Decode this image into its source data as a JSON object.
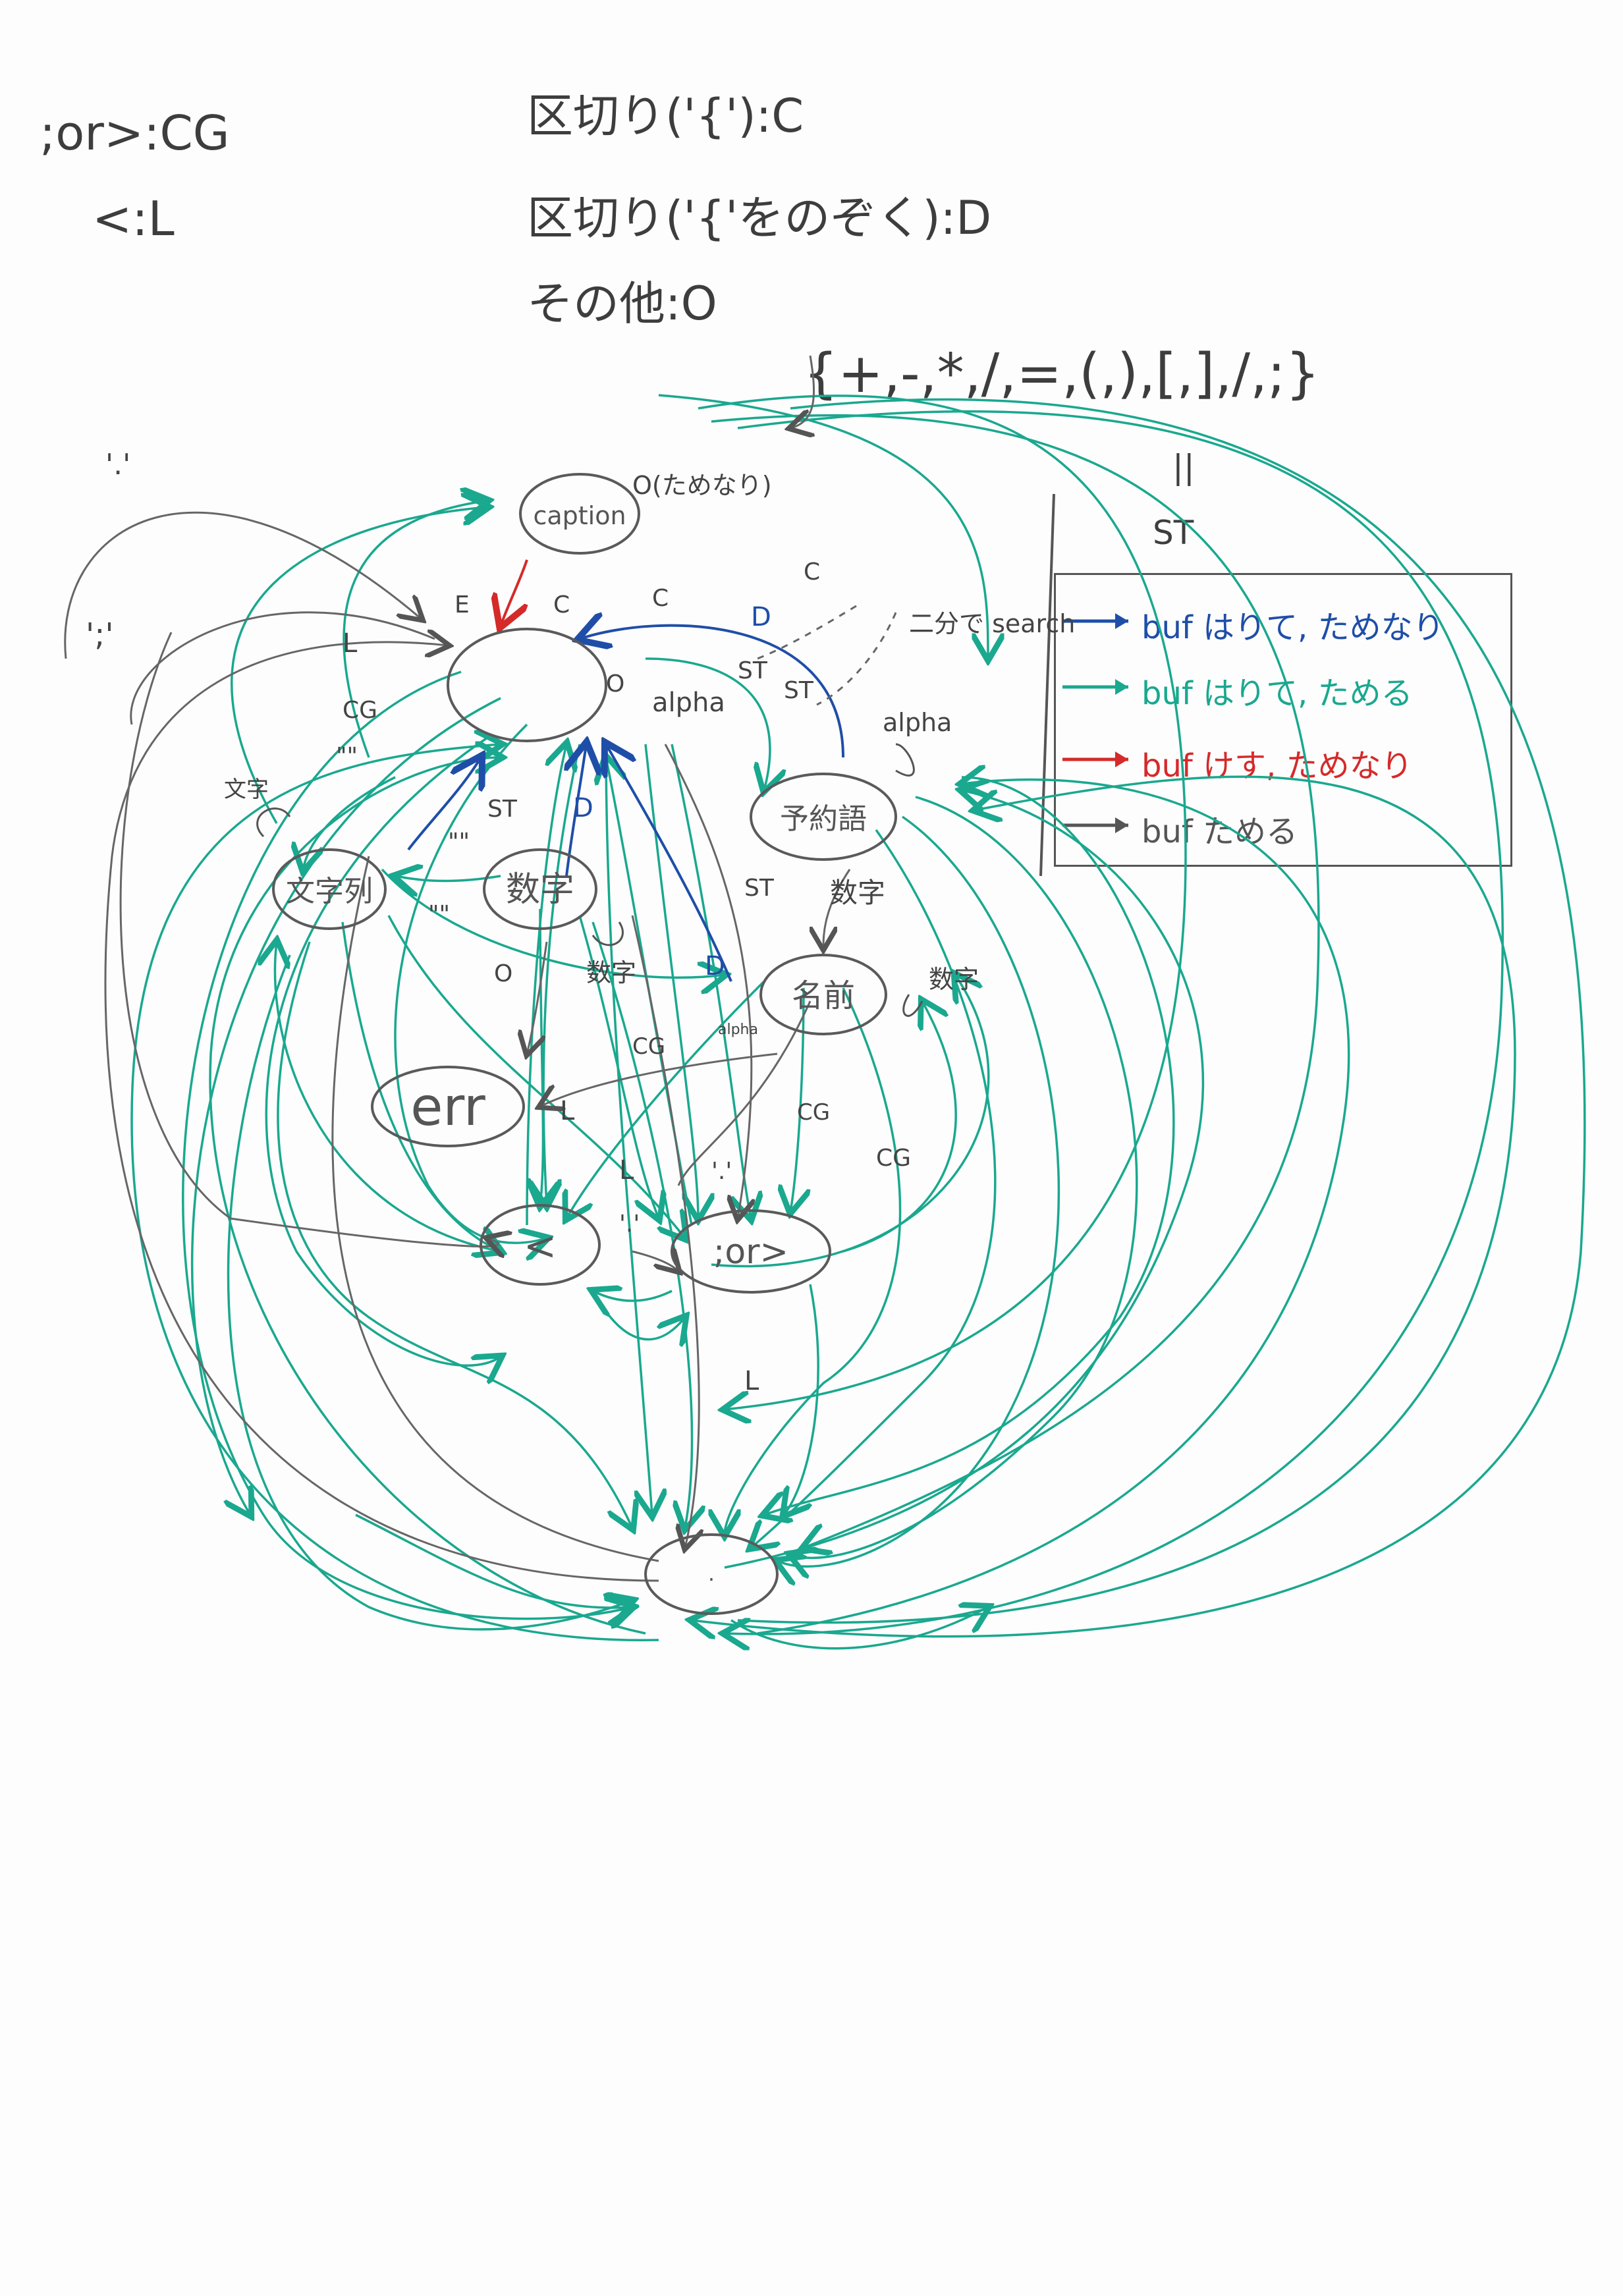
{
  "legend_top": {
    "cg_line": ";or>:CG",
    "l_line": "<:L",
    "c_line": "区切り('{'):C",
    "d_line": "区切り('{'をのぞく):D",
    "o_line": "その他:O",
    "symbols": "{+,-,*,/,=,(,),[,],/,;}",
    "st_mark": "||",
    "st_text": "ST"
  },
  "key_box": {
    "items": [
      {
        "text": "buf はりて, ためなり",
        "color": "#1f4ea8"
      },
      {
        "text": "buf はりて, ためる",
        "color": "#1aa88f"
      },
      {
        "text": "buf けす, ためなり",
        "color": "#d52a2a"
      },
      {
        "text": "buf ためる",
        "color": "#555555"
      }
    ]
  },
  "nodes": {
    "caption": "caption",
    "start": "",
    "string": "文字列",
    "number": "数字",
    "keyword": "予約語",
    "name": "名前",
    "err": "err",
    "lt": "<",
    "or": ";or>",
    "end": "."
  },
  "edge_labels": {
    "quote_dot": "'.'",
    "quote_semi": "';'",
    "caption_self": "O(ためなり)",
    "c1": "C",
    "c2": "C",
    "c3": "C",
    "d_top": "D",
    "d_num": "D",
    "d_name": "D",
    "st1": "ST",
    "st2": "ST",
    "st3": "ST",
    "st4": "ST",
    "l_top": "L",
    "l_err": "L",
    "l_lt": "L",
    "l_bottom": "L",
    "cg_left": "CG",
    "cg_mid": "CG",
    "cg_name1": "CG",
    "cg_name2": "CG",
    "alpha_start": "alpha",
    "alpha_self": "alpha",
    "alpha_small": "alpha",
    "search_note": "二分で search",
    "o_start": "O",
    "o_num": "O",
    "kanji_num": "数字",
    "kanji_name": "数字",
    "kanji_self": "数字",
    "str_self": "文字",
    "quote_str1": "\"\"",
    "quote_str2": "\"\"",
    "quote_num": "\"\"",
    "dots1": "'.'",
    "dots2": "'.'",
    "err_arrow": "E"
  }
}
